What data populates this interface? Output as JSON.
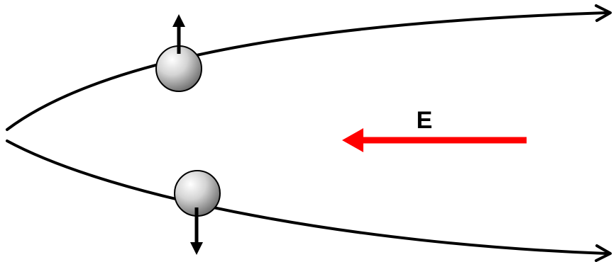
{
  "field": {
    "label": "E",
    "arrow_color": "#ff0000"
  },
  "particles": [
    {
      "name": "upper-particle",
      "spin": "up"
    },
    {
      "name": "lower-particle",
      "spin": "down"
    }
  ],
  "trajectories": [
    {
      "name": "upper-trajectory",
      "end_arrow": "arrowhead-icon"
    },
    {
      "name": "lower-trajectory",
      "end_arrow": "arrowhead-icon"
    }
  ],
  "colors": {
    "trajectory": "#000000",
    "spin_arrow": "#000000",
    "particle_highlight": "#ffffff",
    "particle_shadow": "#6a6a6a",
    "particle_outline": "#000000"
  }
}
